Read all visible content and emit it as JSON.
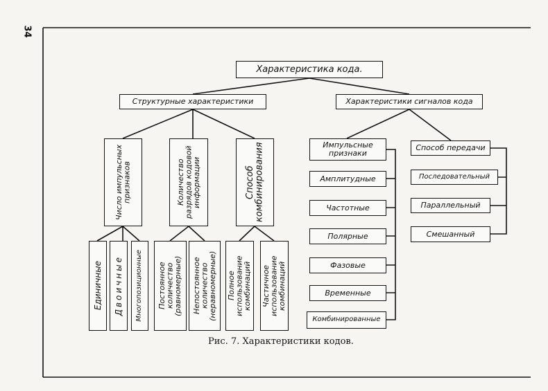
{
  "page_number": "34",
  "root": "Характеристика кода.",
  "left_branch": {
    "title": "Структурные характеристики",
    "groups": [
      {
        "title": "Число импульсных признаков",
        "children": [
          "Единичные",
          "Двоичные",
          "Многопозиционные"
        ]
      },
      {
        "title": "Количество разрядов кодовой информации",
        "children": [
          "Постоянное количество (равномерные)",
          "Непостоянное количество (неравномерные)"
        ]
      },
      {
        "title": "Способ комбинирования",
        "children": [
          "Полное использование комбинаций",
          "Частичное использование комбинаций"
        ]
      }
    ]
  },
  "right_branch": {
    "title": "Характеристики сигналов кода",
    "impulse": {
      "title": "Импульсные признаки",
      "children": [
        "Амплитудные",
        "Частотные",
        "Полярные",
        "Фазовые",
        "Временные",
        "Комбинированные"
      ]
    },
    "transfer": {
      "title": "Способ передачи",
      "children": [
        "Последовательный",
        "Параллельный",
        "Смешанный"
      ]
    }
  },
  "caption": "Рис. 7. Характеристики кодов."
}
